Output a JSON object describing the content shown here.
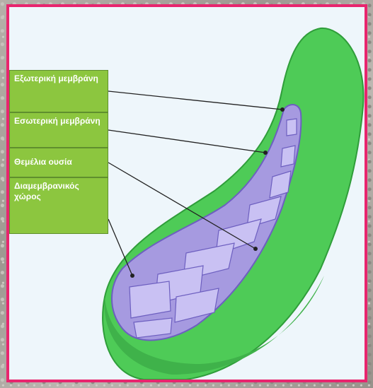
{
  "labels": {
    "outer_membrane": "Εξωτερική μεμβράνη",
    "inner_membrane": "Εσωτερική μεμβράνη",
    "matrix": "Θεμέλια ουσία",
    "intermembrane_space": "Διαμεμβρανικός χώρος"
  },
  "colors": {
    "frame_border": "#e8256e",
    "label_fill": "#8cc63f",
    "outer_membrane": "#4ecb57",
    "inner_fill": "#a69ae0",
    "cristae": "#c9c1f3"
  }
}
